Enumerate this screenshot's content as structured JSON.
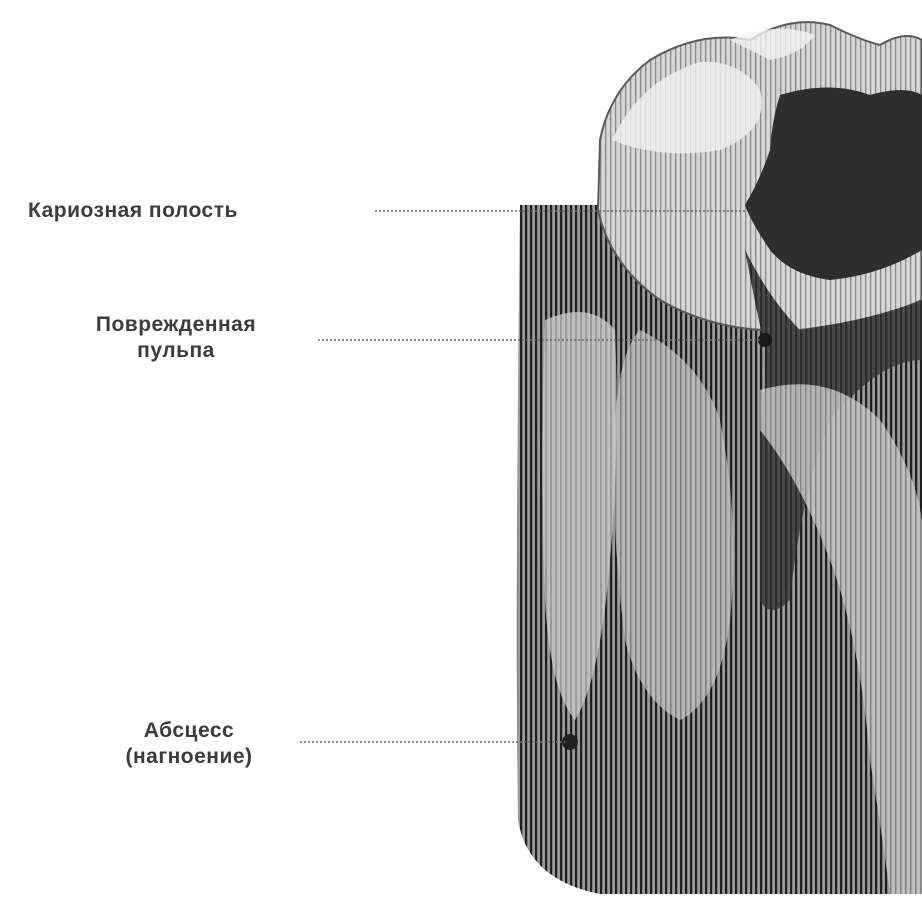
{
  "labels": {
    "caries_cavity": "Кариозная полость",
    "damaged_pulp": [
      "Поврежденная",
      "пульпа"
    ],
    "abscess": [
      "Абсцесс",
      "(нагноение)"
    ]
  },
  "colors": {
    "label_text": "#3c3c3c",
    "leader_line": "#6a6a6a",
    "tooth_dark": "#2e2e2e",
    "tooth_mid": "#7a7a7a",
    "tooth_light": "#c9c9c9",
    "background": "#ffffff"
  }
}
